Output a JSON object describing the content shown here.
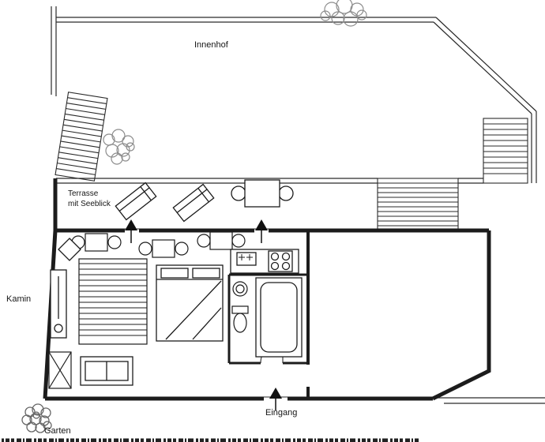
{
  "labels": {
    "innenhof": "Innenhof",
    "terrasse_line1": "Terrasse",
    "terrasse_line2": "mit Seeblick",
    "kamin": "Kamin",
    "eingang": "Eingang",
    "garten": "Garten"
  },
  "colors": {
    "wall": "#1c1c1c",
    "thin_line": "#2a2a2a",
    "tree_outline": "#8c8c8c",
    "garden_tree_outline": "#666666",
    "background": "#ffffff"
  }
}
